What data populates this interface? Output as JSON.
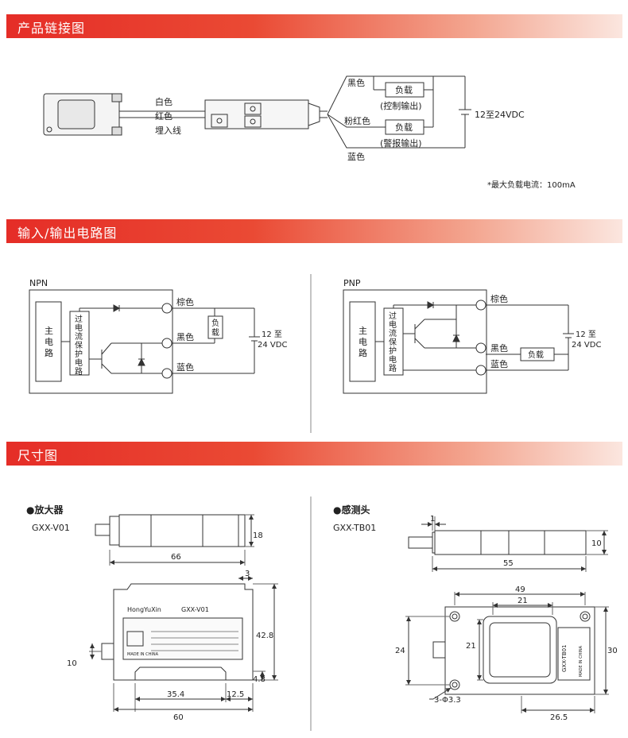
{
  "sections": {
    "connection_title": "产品链接图",
    "circuit_title": "输入/输出电路图",
    "dimension_title": "尺寸图"
  },
  "connection": {
    "white": "白色",
    "red": "红色",
    "embedded": "埋入线",
    "black": "黑色",
    "pink_red": "粉红色",
    "blue": "蓝色",
    "load1": "负载",
    "load1_note": "(控制输出)",
    "load2": "负载",
    "load2_note": "(警报输出)",
    "supply": "12至24VDC",
    "max_load": "*最大负载电流：100mA"
  },
  "npn": {
    "label": "NPN",
    "main_circuit": [
      "主",
      "电",
      "路"
    ],
    "protect": [
      "过",
      "电",
      "流",
      "保",
      "护",
      "电",
      "路"
    ],
    "brown": "棕色",
    "black": "黑色",
    "blue": "蓝色",
    "load": [
      "负",
      "载"
    ],
    "supply_1": "12 至",
    "supply_2": "24 VDC"
  },
  "pnp": {
    "label": "PNP",
    "main_circuit": [
      "主",
      "电",
      "路"
    ],
    "protect": [
      "过",
      "电",
      "流",
      "保",
      "护",
      "电",
      "路"
    ],
    "brown": "棕色",
    "black": "黑色",
    "blue": "蓝色",
    "load": "负载",
    "supply_1": "12 至",
    "supply_2": "24 VDC"
  },
  "amplifier": {
    "heading": "●放大器",
    "model": "GXX-V01",
    "dim_18": "18",
    "dim_66": "66",
    "dim_3": "3",
    "dim_42_8": "42.8",
    "dim_10": "10",
    "dim_4_8": "4.8",
    "dim_35_4": "35.4",
    "dim_12_5": "12.5",
    "dim_60": "60",
    "brand": "HongYuXin",
    "label_model": "GXX-V01",
    "made_in": "MADE IN CHINA"
  },
  "sensor": {
    "heading": "●感测头",
    "model": "GXX-TB01",
    "dim_1": "1",
    "dim_10": "10",
    "dim_55": "55",
    "dim_49": "49",
    "dim_21_top": "21",
    "dim_21_side": "21",
    "dim_24": "24",
    "dim_30": "30",
    "dim_26_5": "26.5",
    "hole": "3-Φ3.3",
    "label_model": "GXX-TB01",
    "made_in": "MADE IN CHINA"
  }
}
